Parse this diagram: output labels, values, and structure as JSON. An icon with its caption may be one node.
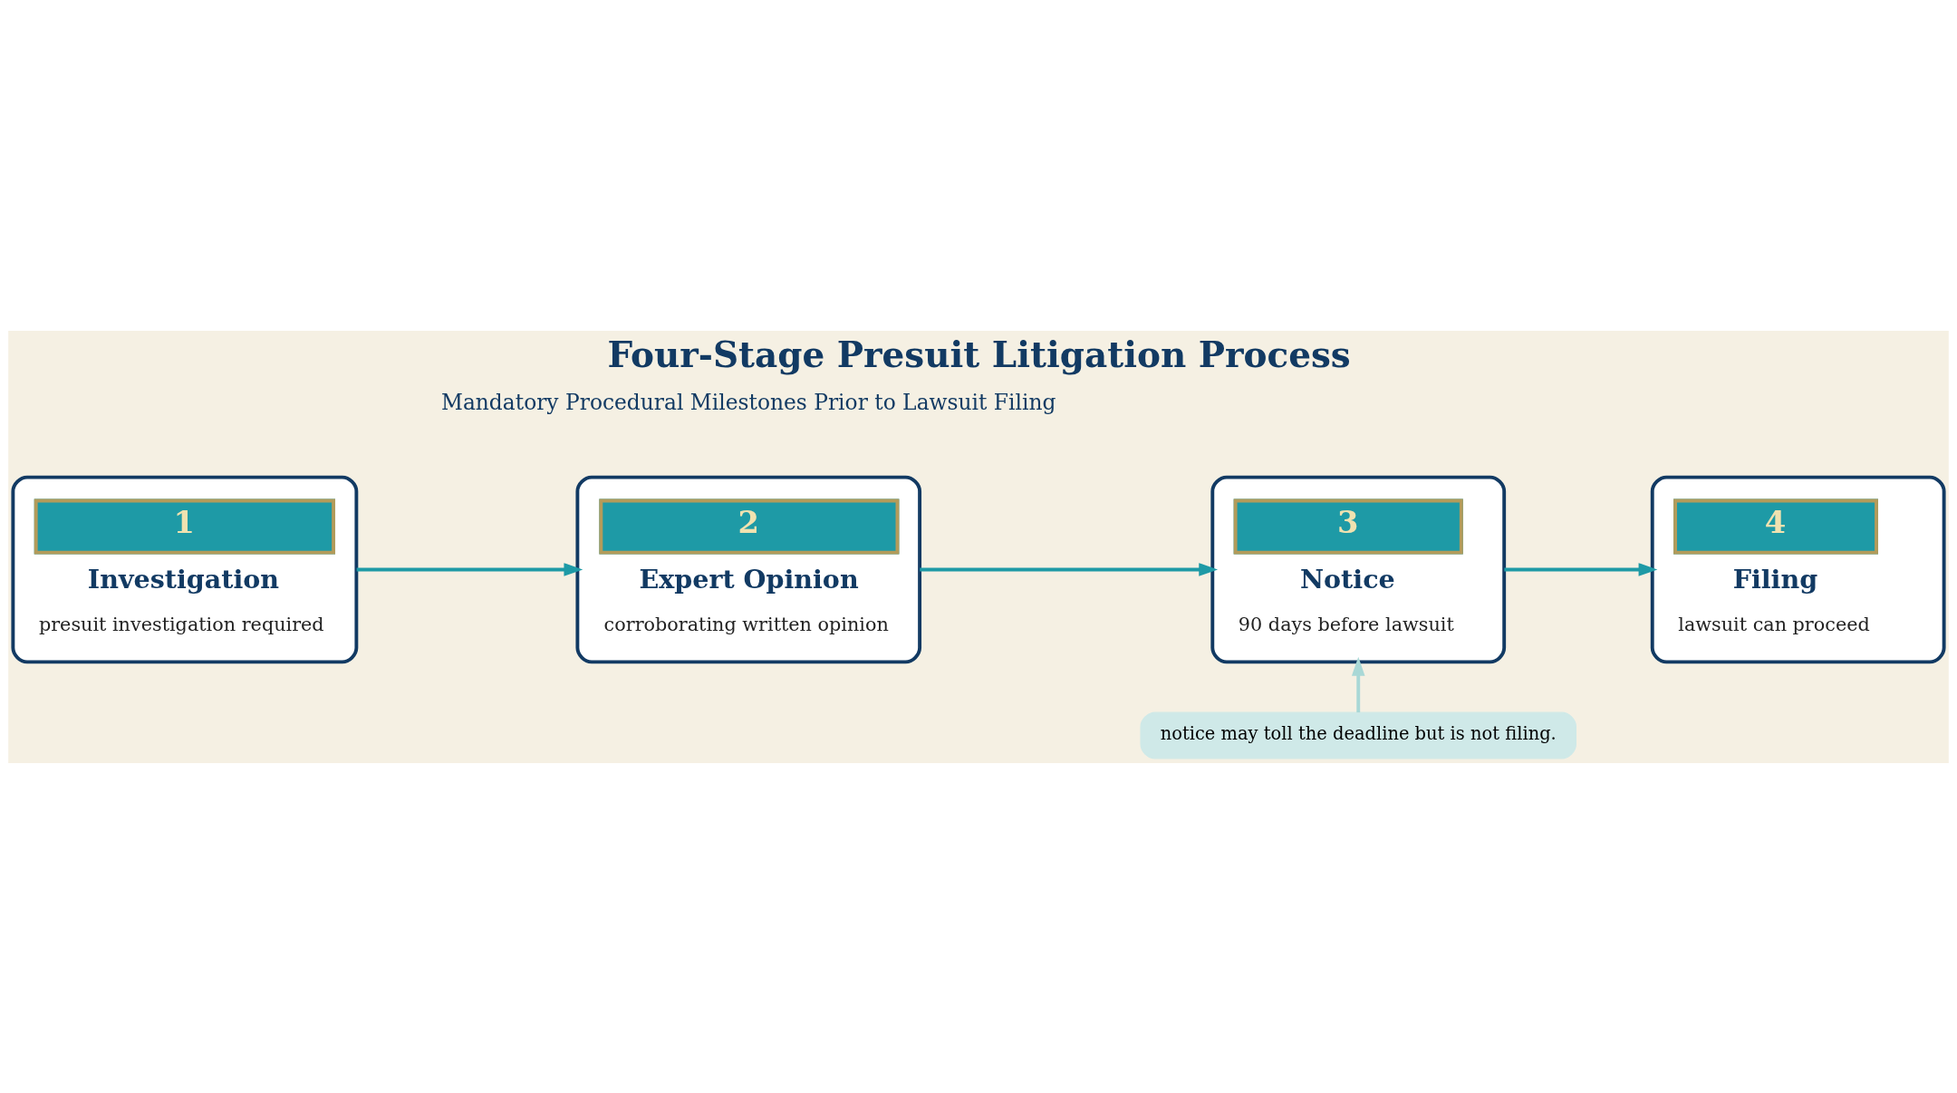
{
  "diagram": {
    "title": "Four-Stage Presuit Litigation Process",
    "nodes": [
      {
        "text": [
          "1",
          "Investigation",
          "presuit investigation required"
        ]
      },
      {
        "text": [
          "2",
          "Expert Opinion",
          "corroborating written opinion"
        ]
      },
      {
        "text": [
          "3",
          "Notice",
          "90 days before lawsuit"
        ]
      },
      {
        "text": [
          "4",
          "Filing",
          "lawsuit can proceed"
        ]
      },
      {
        "text": [
          "notice may toll the deadline but is not filing."
        ]
      }
    ],
    "edges": [
      {
        "from": 0,
        "to": 1,
        "arrow": "to"
      },
      {
        "from": 1,
        "to": 2,
        "arrow": "to"
      },
      {
        "from": 2,
        "to": 3,
        "arrow": "to"
      },
      {
        "from": 4,
        "to": 2,
        "arrow": "to",
        "color": "#a9d8d6"
      }
    ],
    "labels": [
      "Mandatory Procedural Milestones Prior to Lawsuit Filing"
    ]
  }
}
